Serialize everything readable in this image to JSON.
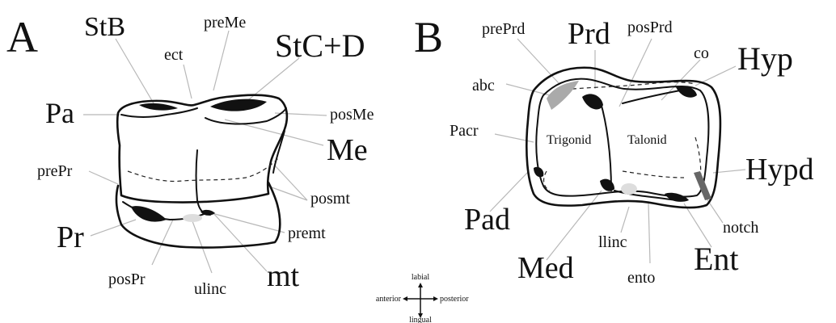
{
  "panels": {
    "a": {
      "letter": "A",
      "labels": {
        "StB": "StB",
        "ect": "ect",
        "preMe": "preMe",
        "StCD": "StC+D",
        "Pa": "Pa",
        "posMe": "posMe",
        "Me": "Me",
        "prePr": "prePr",
        "posmt": "posmt",
        "Pr": "Pr",
        "premt": "premt",
        "posPr": "posPr",
        "ulinc": "ulinc",
        "mt": "mt"
      }
    },
    "b": {
      "letter": "B",
      "labels": {
        "prePrd": "prePrd",
        "Prd": "Prd",
        "posPrd": "posPrd",
        "co": "co",
        "Hyp": "Hyp",
        "abc": "abc",
        "Pacr": "Pacr",
        "Trigonid": "Trigonid",
        "Talonid": "Talonid",
        "Hypd": "Hypd",
        "Pad": "Pad",
        "notch": "notch",
        "llinc": "llinc",
        "Med": "Med",
        "Ent": "Ent",
        "ento": "ento"
      }
    }
  },
  "compass": {
    "top": "labial",
    "left": "anterior",
    "right": "posterior",
    "bottom": "lingual"
  }
}
